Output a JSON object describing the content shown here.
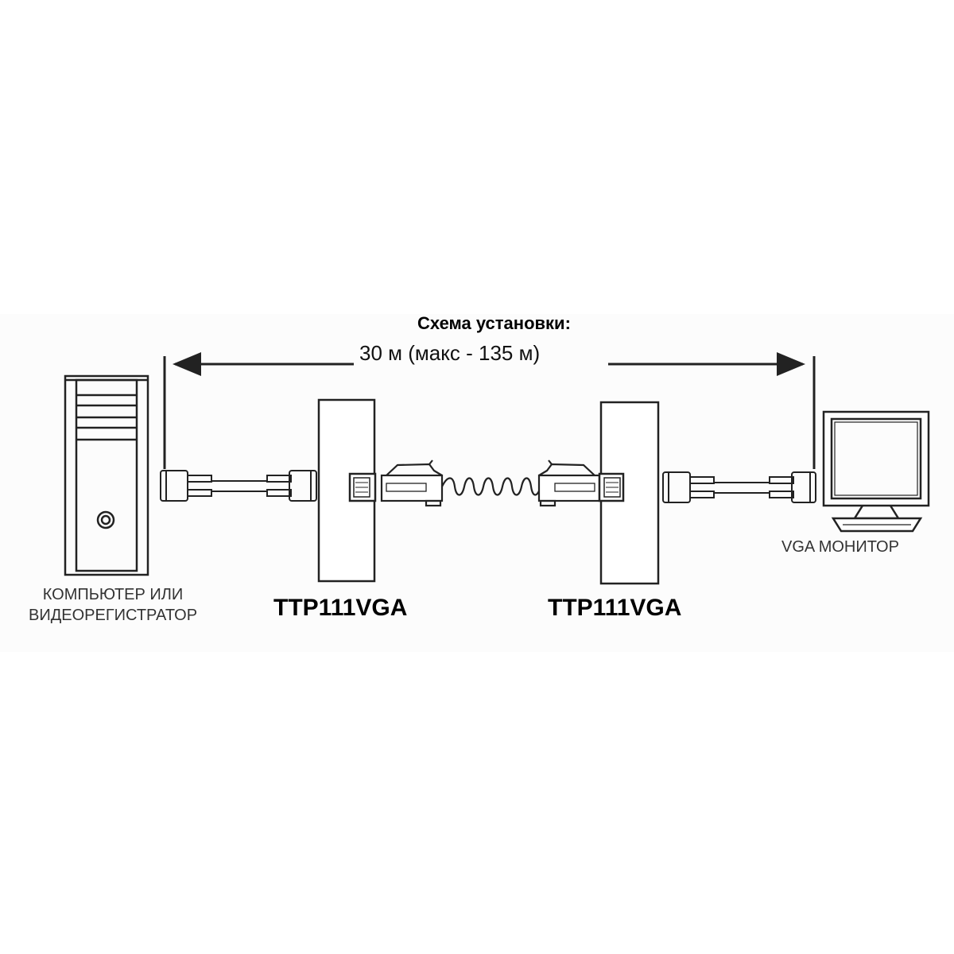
{
  "title": "Схема установки:",
  "distance_label": "30  м (макс - 135 м)",
  "source": {
    "label_line1": "КОМПЬЮТЕР ИЛИ",
    "label_line2": "ВИДЕОРЕГИСТРАТОР",
    "icon": "computer-tower-icon"
  },
  "transmitter": {
    "label": "TTP111VGA"
  },
  "receiver": {
    "label": "TTP111VGA"
  },
  "display": {
    "label": "VGA МОНИТОР",
    "icon": "monitor-icon"
  },
  "colors": {
    "line": "#222222",
    "background": "#ffffff"
  }
}
